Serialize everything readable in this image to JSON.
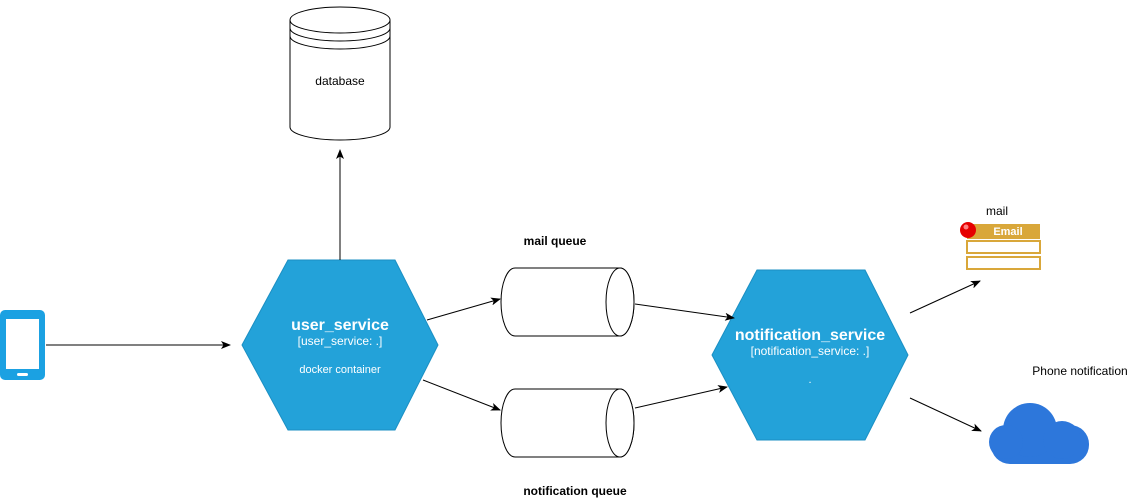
{
  "diagram": {
    "nodes": {
      "database": {
        "label": "database"
      },
      "user_service": {
        "title": "user_service",
        "technology": "[user_service: .]",
        "description": "docker container"
      },
      "mail_queue": {
        "label": "mail queue"
      },
      "notification_queue": {
        "label": "notification queue"
      },
      "notification_service": {
        "title": "notification_service",
        "technology": "[notification_service: .]",
        "description": "."
      },
      "mail": {
        "label": "mail",
        "badge_text": "Email"
      },
      "phone_notification": {
        "label": "Phone notification"
      },
      "mobile_client": {
        "icon": "mobile-phone-icon"
      }
    },
    "icons": {
      "mobile": "mobile-phone-icon",
      "email": "email-icon",
      "cloud": "cloud-icon",
      "database": "database-cylinder-icon"
    },
    "colors": {
      "service_fill": "#23A2D9",
      "service_stroke": "#1B8FC3",
      "service_text": "#FFFFFF",
      "mobile": "#1BA1E2",
      "email_gold": "#D9A73A",
      "email_dot": "#E60000",
      "cloud": "#2D77DB",
      "line": "#000000"
    }
  }
}
